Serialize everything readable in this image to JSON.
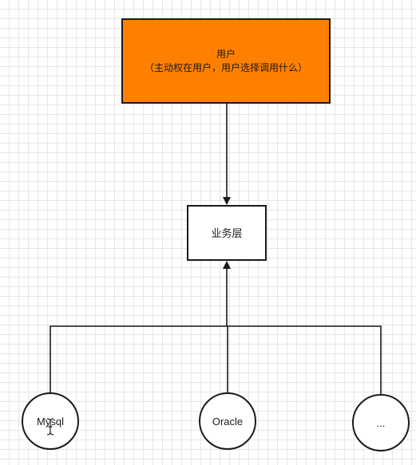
{
  "nodes": {
    "user": {
      "title": "用户",
      "subtitle": "（主动权在用户，用户选择调用什么）",
      "fill": "#ff8000"
    },
    "service": {
      "label": "业务层"
    },
    "databases": [
      {
        "label": "Mysql"
      },
      {
        "label": "Oracle"
      },
      {
        "label": "..."
      }
    ]
  },
  "colors": {
    "stroke": "#1a1a1a",
    "grid": "#e6e6e6",
    "background": "#ffffff"
  },
  "icons": {
    "cursor": "text-cursor-icon"
  }
}
